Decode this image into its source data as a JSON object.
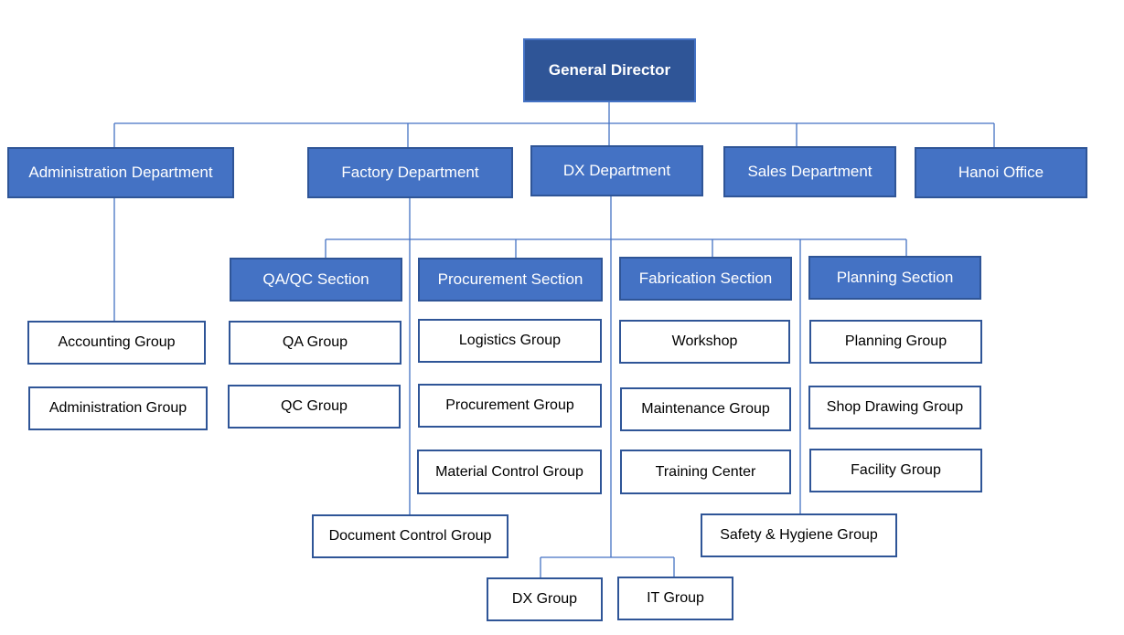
{
  "org": {
    "director": "General Director",
    "departments": {
      "admin": "Administration Department",
      "factory": "Factory Department",
      "dx": "DX Department",
      "sales": "Sales Department",
      "hanoi": "Hanoi Office"
    },
    "sections": {
      "qaqc": "QA/QC Section",
      "procurement": "Procurement Section",
      "fabrication": "Fabrication Section",
      "planning": "Planning Section"
    },
    "groups": {
      "accounting": "Accounting Group",
      "administration": "Administration Group",
      "qa": "QA Group",
      "qc": "QC Group",
      "logistics": "Logistics Group",
      "procurement": "Procurement Group",
      "material_control": "Material Control Group",
      "workshop": "Workshop",
      "maintenance": "Maintenance Group",
      "training": "Training Center",
      "planning": "Planning Group",
      "shop_drawing": "Shop Drawing Group",
      "facility": "Facility Group",
      "document_control": "Document Control Group",
      "safety": "Safety & Hygiene Group",
      "dx": "DX Group",
      "it": "IT Group"
    }
  },
  "colors": {
    "director_fill": "#2f5597",
    "unit_fill": "#4472c4",
    "border": "#2f5597",
    "connector": "#4472c4"
  }
}
